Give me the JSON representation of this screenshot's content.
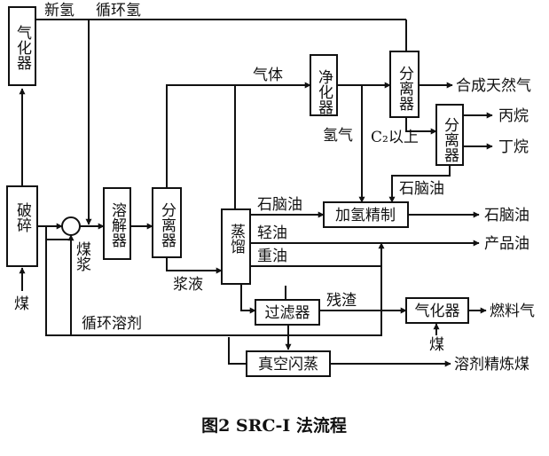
{
  "caption": "图2  SRC-I 法流程",
  "nodes": {
    "gasifier_top": "气化器",
    "crusher": "破碎",
    "dissolver": "溶解器",
    "separator_left": "分离器",
    "still": "蒸馏",
    "purifier": "净化器",
    "separator_top": "分离器",
    "separator_right": "分离器",
    "hydrorefining": "加氢精制",
    "filter": "过滤器",
    "gasifier_right": "气化器",
    "vacuum_flash": "真空闪蒸"
  },
  "labels": {
    "new_hydrogen": "新氢",
    "recycle_hydrogen": "循环氢",
    "gas": "气体",
    "synthetic_natural_gas": "合成天然气",
    "propane": "丙烷",
    "butane": "丁烷",
    "hydrogen": "氢气",
    "c2_plus": "C₂以上",
    "naphtha_right": "石脑油",
    "naphtha_left": "石脑油",
    "naphtha_product": "石脑油",
    "light_oil": "轻油",
    "heavy_oil": "重油",
    "product_oil": "产品油",
    "coal_slurry": "煤浆",
    "slurry": "浆液",
    "residue": "残渣",
    "fuel_gas": "燃料气",
    "coal_bottom": "煤",
    "coal_feed": "煤",
    "recycle_solvent": "循环溶剂",
    "solvent_refined_coal": "溶剂精炼煤"
  }
}
